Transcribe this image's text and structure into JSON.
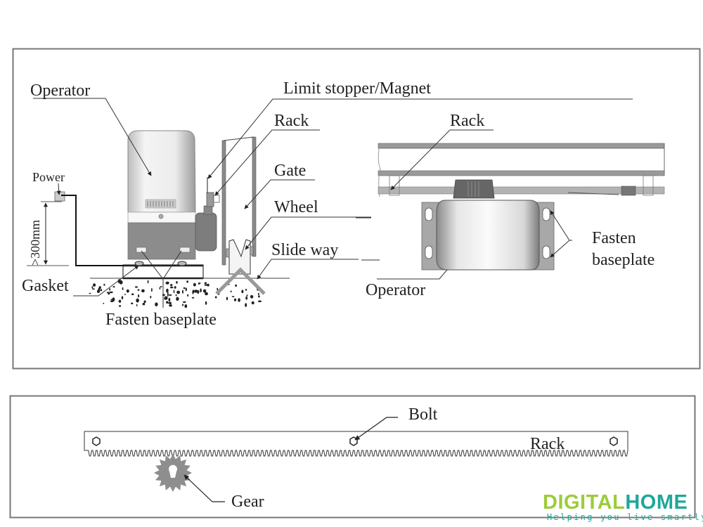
{
  "diagram": {
    "title": "Sliding gate operator installation diagram",
    "side_view": {
      "labels": {
        "operator": "Operator",
        "limit_stopper": "Limit stopper/Magnet",
        "rack": "Rack",
        "gate": "Gate",
        "wheel": "Wheel",
        "slide_way": "Slide way",
        "power": "Power",
        "height": ">300mm",
        "gasket": "Gasket",
        "fasten_baseplate": "Fasten baseplate"
      }
    },
    "top_view": {
      "labels": {
        "rack": "Rack",
        "fasten_line1": "Fasten",
        "fasten_line2": "baseplate",
        "operator": "Operator"
      }
    },
    "rack_detail": {
      "labels": {
        "bolt": "Bolt",
        "rack": "Rack",
        "gear": "Gear"
      },
      "bolt_count": 3
    }
  },
  "brand": {
    "name_part1": "DIGITAL",
    "name_part2": "HOME",
    "tagline": "Helping you live smartly.",
    "color_primary": "#9ccc3a",
    "color_secondary": "#1fa79a"
  },
  "colors": {
    "frame": "#777777",
    "line": "#222222",
    "metal_dark": "#7a7a7a",
    "metal_mid": "#9a9a9a",
    "metal_light": "#d8d8d8"
  }
}
